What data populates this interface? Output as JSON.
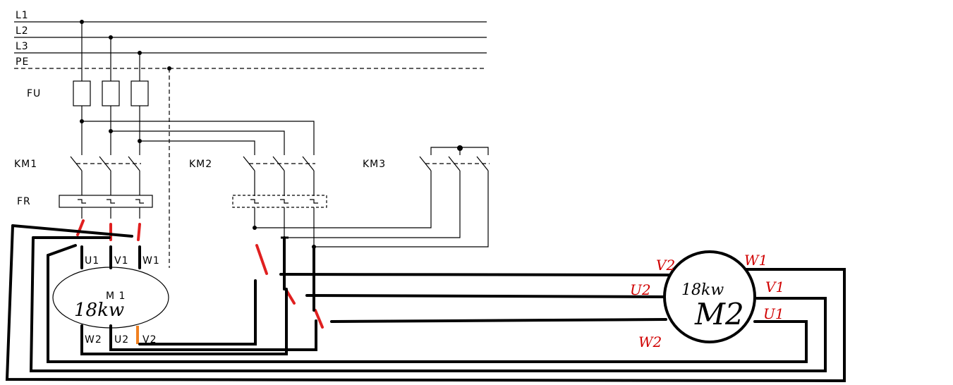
{
  "bus_labels": {
    "l1": "L1",
    "l2": "L2",
    "l3": "L3",
    "pe": "PE"
  },
  "component_labels": {
    "fu": "FU",
    "km1": "KM1",
    "km2": "KM2",
    "km3": "KM3",
    "fr": "FR"
  },
  "motor1": {
    "terminal_top": {
      "u1": "U1",
      "v1": "V1",
      "w1": "W1"
    },
    "terminal_bottom": {
      "w2": "W2",
      "u2": "U2",
      "v2": "V2"
    },
    "name": "M 1",
    "rating": "18kw"
  },
  "motor2": {
    "name": "M2",
    "rating": "18kw",
    "terminal_labels": {
      "v2": "V2",
      "u2": "U2",
      "w2": "W2",
      "w1": "W1",
      "v1": "V1",
      "u1": "U1"
    }
  },
  "colors": {
    "ink": "#000000",
    "annotation": "#e02020",
    "highlight": "#f08020"
  }
}
